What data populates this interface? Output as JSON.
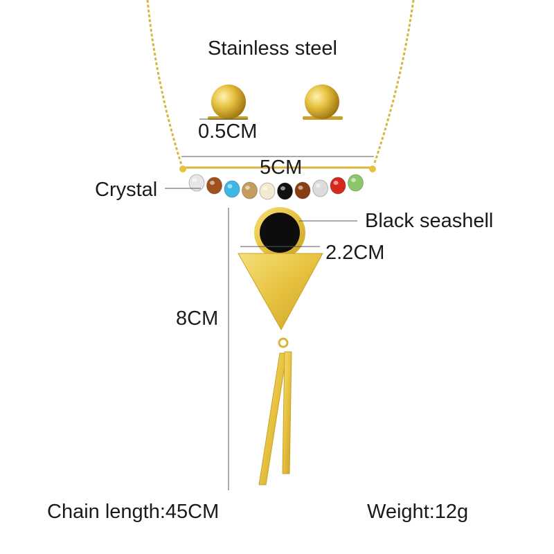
{
  "labels": {
    "material": "Stainless steel",
    "stud_size": "0.5CM",
    "bar_width": "5CM",
    "crystal": "Crystal",
    "shell": "Black seashell",
    "pendant_width": "2.2CM",
    "drop_length": "8CM",
    "chain_length": "Chain length:45CM",
    "weight": "Weight:12g"
  },
  "colors": {
    "gold": "#e8c74a",
    "gold_dark": "#b8901e",
    "shell": "#0d0d0d",
    "dimension_line": "#555555"
  },
  "bead_colors": [
    "#e6e6e6",
    "#a0521d",
    "#3fb6e8",
    "#c59b5e",
    "#f4ead2",
    "#111111",
    "#8a3d14",
    "#dcdcdc",
    "#d7281c",
    "#8cc66a"
  ]
}
